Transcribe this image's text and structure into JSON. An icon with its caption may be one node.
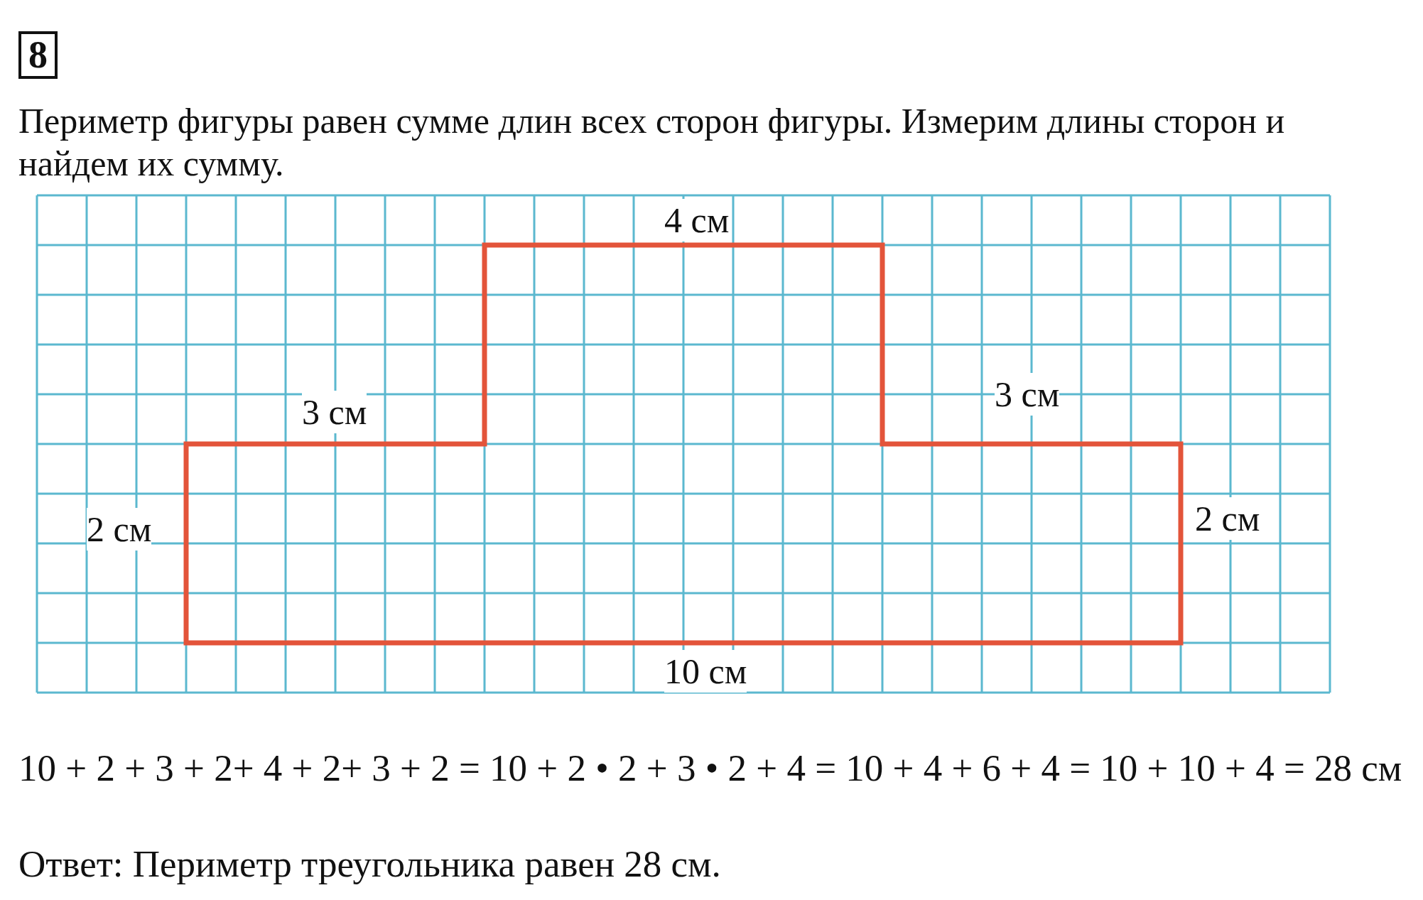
{
  "diagram": {
    "labels": [
      "8",
      "Периметр фигуры равен сумме длин всех сторон фигуры. Измерим длины сторон и найдем их сумму.",
      "4 см",
      "3 см",
      "3 см",
      "2 см",
      "2 см",
      "10 см",
      "10 + 2 + 3 + 2+ 4 + 2+ 3 + 2 = 10 + 2 • 2 + 3 • 2 + 4 = 10 + 4 + 6 + 4 = 10 + 10 + 4 = 28 см",
      "Ответ: Периметр треугольника равен 28 см."
    ]
  }
}
